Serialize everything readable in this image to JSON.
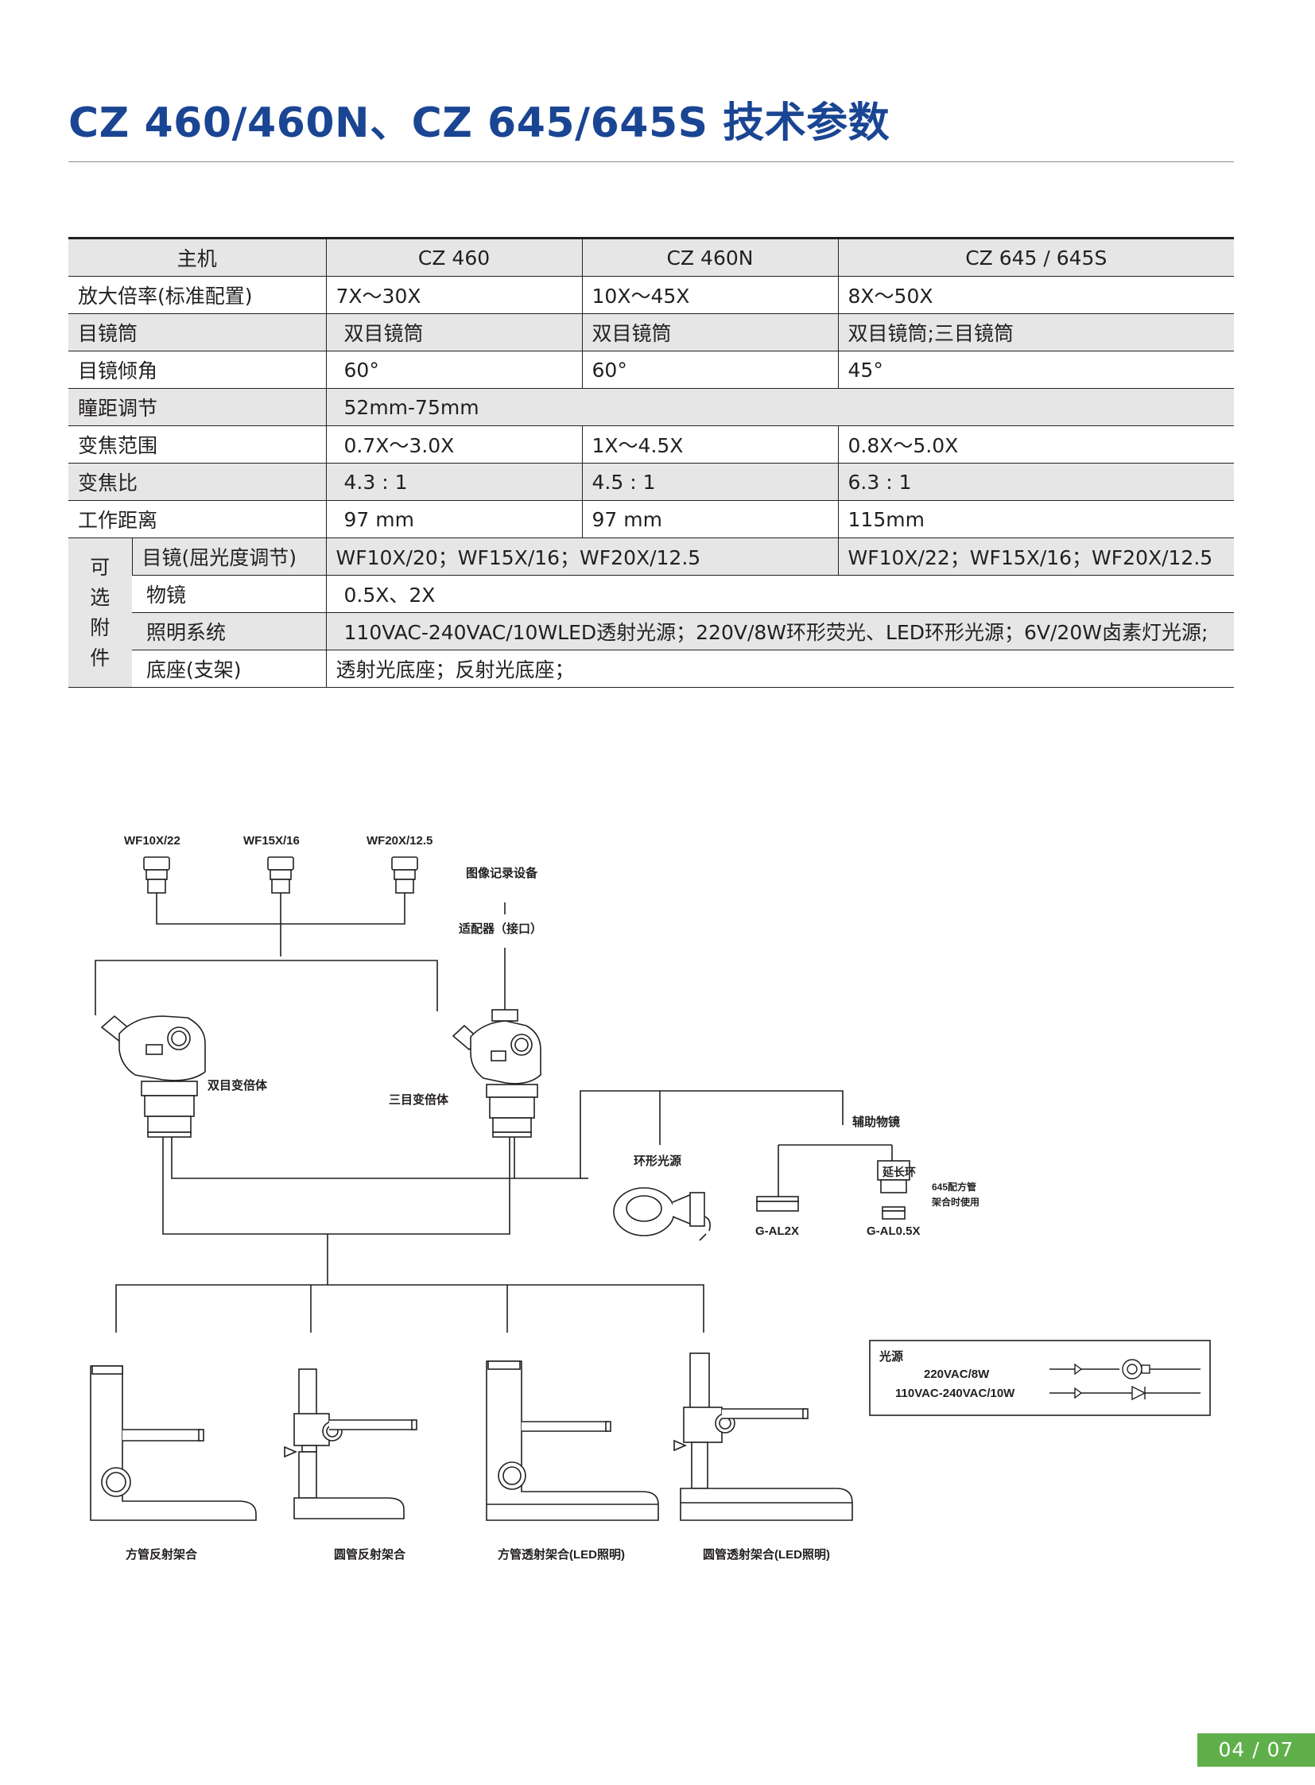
{
  "title": "CZ 460/460N、CZ 645/645S 技术参数",
  "table": {
    "header": [
      "主机",
      "CZ 460",
      "CZ 460N",
      "CZ 645 / 645S"
    ],
    "rows": [
      {
        "label": "放大倍率(标准配置)",
        "cells": [
          "7X～30X",
          "10X～45X",
          "8X～50X"
        ]
      },
      {
        "label": "目镜筒",
        "cells": [
          "双目镜筒",
          "双目镜筒",
          "双目镜筒;三目镜筒"
        ]
      },
      {
        "label": "目镜倾角",
        "cells": [
          "60°",
          "60°",
          "45°"
        ]
      },
      {
        "label": "瞳距调节",
        "span": "52mm-75mm"
      },
      {
        "label": "变焦范围",
        "cells": [
          "0.7X～3.0X",
          "1X～4.5X",
          "0.8X～5.0X"
        ]
      },
      {
        "label": "变焦比",
        "cells": [
          "4.3 : 1",
          "4.5 : 1",
          "6.3 : 1"
        ]
      },
      {
        "label": "工作距离",
        "cells": [
          "97 mm",
          "97 mm",
          "115mm"
        ]
      }
    ],
    "optional": {
      "group_label": [
        "可",
        "选",
        "附",
        "件"
      ],
      "rows": [
        {
          "label": "目镜(屈光度调节)",
          "cells": [
            "WF10X/20；WF15X/16；WF20X/12.5",
            "WF10X/22；WF15X/16；WF20X/12.5"
          ]
        },
        {
          "label": "物镜",
          "span": "0.5X、2X"
        },
        {
          "label": "照明系统",
          "span": "110VAC-240VAC/10WLED透射光源；220V/8W环形荧光、LED环形光源；6V/20W卤素灯光源;"
        },
        {
          "label": "底座(支架)",
          "span": "透射光底座；反射光底座；"
        }
      ]
    }
  },
  "diagram": {
    "eyepieces": [
      "WF10X/22",
      "WF15X/16",
      "WF20X/12.5"
    ],
    "image_device": "图像记录设备",
    "adapter": "适配器（接口）",
    "binocular_body": "双目变倍体",
    "trinocular_body": "三目变倍体",
    "ring_light": "环形光源",
    "aux_objective": "辅助物镜",
    "extension_ring": "延长环",
    "ext_note_1": "645配方管",
    "ext_note_2": "架合时使用",
    "objective_1": "G-AL2X",
    "objective_2": "G-AL0.5X",
    "stands": [
      "方管反射架合",
      "圆管反射架合",
      "方管透射架合(LED照明)",
      "圆管透射架合(LED照明)"
    ],
    "legend": {
      "title": "光源",
      "item_1": "220VAC/8W",
      "item_2": "110VAC-240VAC/10W"
    }
  },
  "page_number": "04 / 07",
  "colors": {
    "title": "#1a4593",
    "header_fill": "#e6e6e7",
    "pager": "#5fb04a"
  }
}
